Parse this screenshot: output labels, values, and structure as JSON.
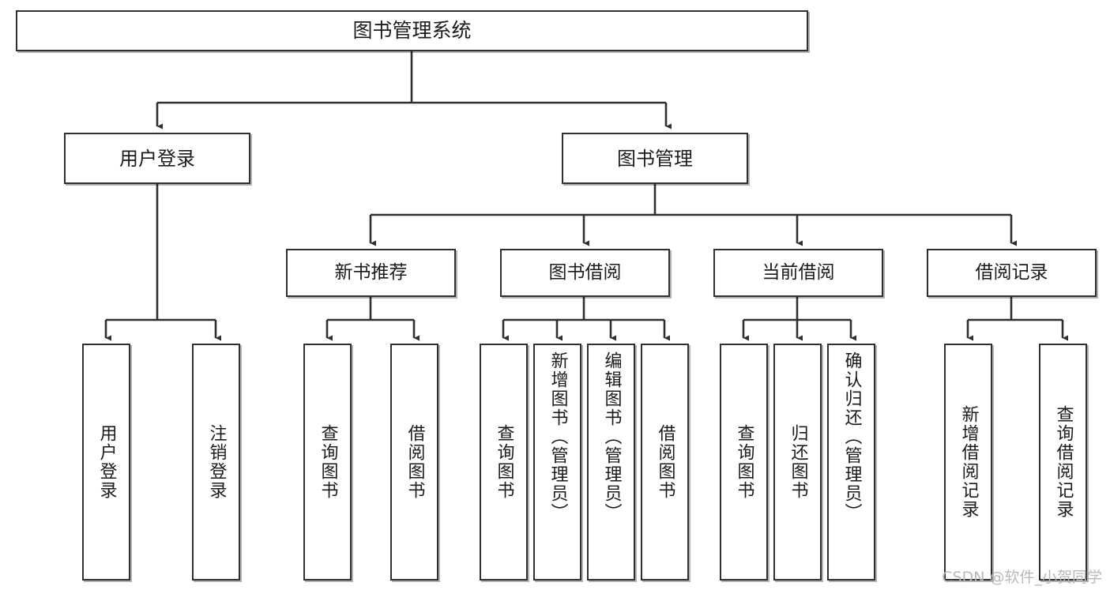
{
  "diagram": {
    "type": "tree-hierarchy",
    "title": "图书管理系统",
    "watermark": "CSDN @软件_小贺同学",
    "colors": {
      "stroke": "#2f2f2f",
      "fill": "#ffffff",
      "text": "#1b1b1b",
      "watermark": "#b9b9b9"
    },
    "nodes": {
      "root": {
        "label": "图书管理系统"
      },
      "tier2": [
        {
          "label": "用户登录"
        },
        {
          "label": "图书管理"
        }
      ],
      "tier3": [
        {
          "label": "新书推荐"
        },
        {
          "label": "图书借阅"
        },
        {
          "label": "当前借阅"
        },
        {
          "label": "借阅记录"
        }
      ],
      "leaves": {
        "user_login": [
          {
            "label": "用户登录"
          },
          {
            "label": "注销登录"
          }
        ],
        "new_book": [
          {
            "label": "查询图书"
          },
          {
            "label": "借阅图书"
          }
        ],
        "book_borrow": [
          {
            "label": "查询图书"
          },
          {
            "label": "新增图书（管理员）"
          },
          {
            "label": "编辑图书（管理员）"
          },
          {
            "label": "借阅图书"
          }
        ],
        "current_borrow": [
          {
            "label": "查询图书"
          },
          {
            "label": "归还图书"
          },
          {
            "label": "确认归还（管理员）"
          }
        ],
        "borrow_record": [
          {
            "label": "新增借阅记录"
          },
          {
            "label": "查询借阅记录"
          }
        ]
      }
    }
  }
}
